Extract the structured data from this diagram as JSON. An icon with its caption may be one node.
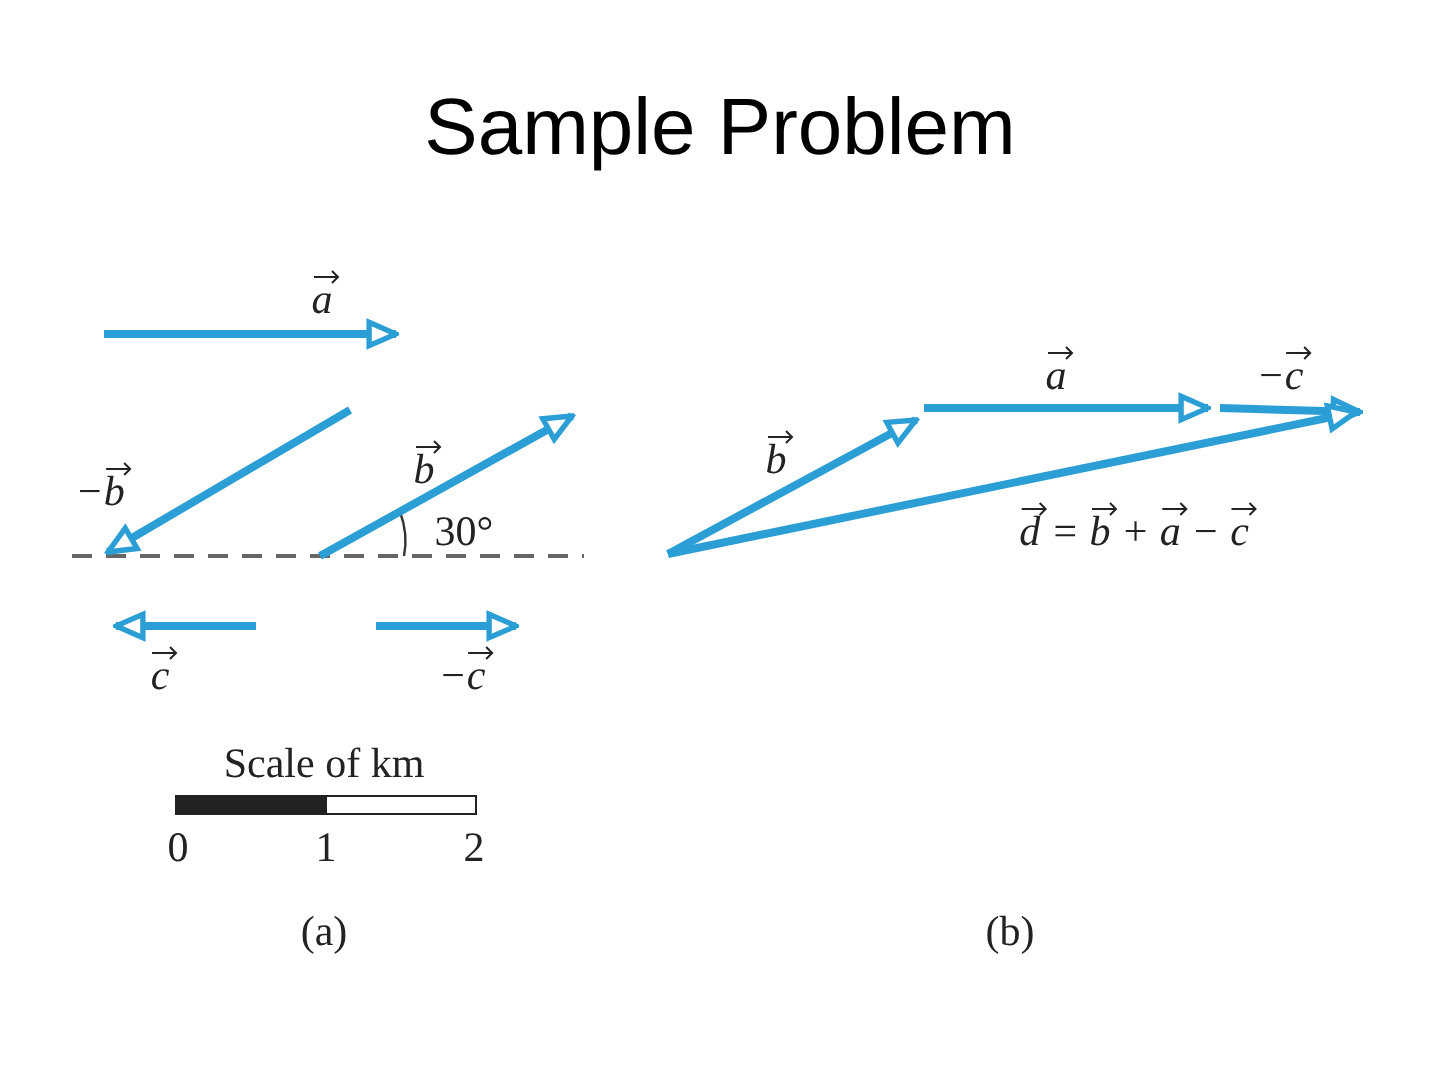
{
  "diagram": {
    "title": "Sample Problem",
    "labels": [
      "a",
      "−b",
      "b",
      "30°",
      "c",
      "−c",
      "Scale of km",
      "0",
      "1",
      "2",
      "(a)",
      "b",
      "a",
      "−c",
      "d = b + a − c",
      "(b)"
    ]
  }
}
